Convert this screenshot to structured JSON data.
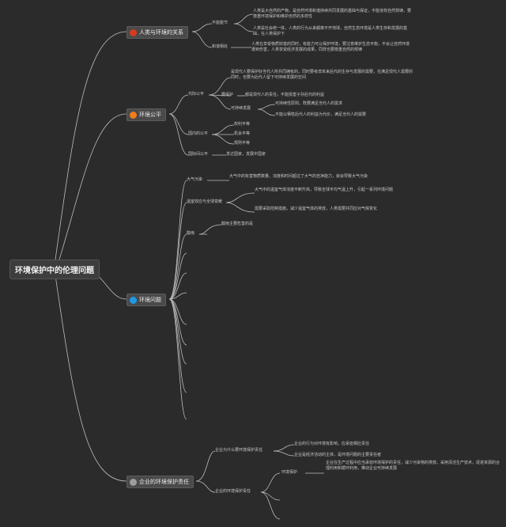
{
  "root": "环境保护中的伦理问题",
  "colors": {
    "background": "#2b2b2b",
    "link": "#bdbdbd",
    "red": "#d73a21",
    "orange": "#f07c1a",
    "blue": "#1b9ae8",
    "grey": "#9e9e9e"
  },
  "branches": {
    "b1": {
      "label": "人类与环境的关系",
      "icon": "red-circle-icon"
    },
    "b2": {
      "label": "环境公平",
      "icon": "orange-circle-icon"
    },
    "b3": {
      "label": "环境问题",
      "icon": "blue-circle-icon"
    },
    "b4": {
      "label": "企业的环境保护责任",
      "icon": "grey-circle-icon"
    }
  },
  "b1": {
    "c1": "不能脱节",
    "c1_t1": "人类是大自然的产物，是自然环境和谐持续共同发展的基础与保证，不能违背自然规律，要尊重环境保护和维护自然的多样性",
    "c1_t2": "人类是社会统一体，人类的行为从来都离不开地球，自然生态环境是人类生存和发展的基础，在人类保护下",
    "c2": "和谐相处",
    "c2_t": "人类在享受物质财富的同时，有能力可以保护环境，要注意维护生态平衡，不会让自然环境遭到伤害，人类享受经济发展的成果，同样也要尊重自然的规律"
  },
  "b2": {
    "c1": "代际公平",
    "c1_t1": "是现代人要保护好当代人所共同拥有的，同时要考虑未来后代的生存与发展的需要，在满足现代人需要的同时，也要为后代人留下可持续发展的空间",
    "c1_t2": "要保护",
    "c1_t2b": "都是现代人的责任，不能损害子孙后代的利益",
    "c1_t3": "可持续发展",
    "c1_t3a": "可持续性原则，既要满足当代人的需求",
    "c1_t3b": "不能以牺牲后代人的利益为代价，满足当代人的需要",
    "c2": "国内的公平",
    "c2_a": "权利平等",
    "c2_b": "机会平等",
    "c2_c": "规则平等",
    "c3": "国际间公平",
    "c3_t": "发达国家，发展中国家"
  },
  "b3": {
    "c1": "大气污染",
    "c1_t": "大气中的有害物质数量、浓度和时间超过了大气的自净能力，就会导致大气污染",
    "c2": "温室效应与全球变暖",
    "c2_t1": "大气中的温室气体浓度不断升高，导致全球平均气温上升，引起一系列环境问题",
    "c2_t2": "需要采取控制措施，减少温室气体的排放，人类需要共同应对气候变化",
    "c3": "酸雨",
    "c3_t": "酸雨主要危害的是"
  },
  "b4": {
    "c1": "企业为什么要环境保护责任",
    "c1_t1": "企业的行为对环境有影响，应承担相应责任",
    "c1_t2": "企业是经济活动的主体，是环境问题的主要责任者",
    "c2": "企业的环境保护责任",
    "c2_a": "环境保护",
    "c2_a_t": "企业在生产过程中应当承担环境保护的责任，减少污染物的排放，采用清洁生产技术，促进资源的合理利用和循环利用，推动企业可持续发展"
  }
}
